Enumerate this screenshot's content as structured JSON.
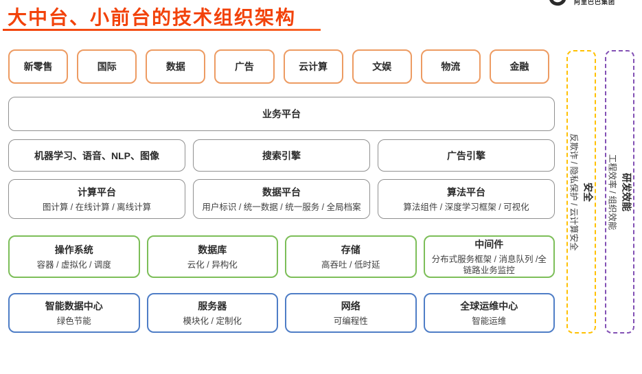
{
  "title": "大中台、小前台的技术组织架构",
  "logo": {
    "name": "阿里巴巴集团"
  },
  "colors": {
    "accent": "#f2420a",
    "front_border": "#ed9b62",
    "mid_border": "#8f8f8f",
    "infra_border": "#7cbe58",
    "dc_border": "#4e7dc6",
    "security_border": "#ffc000",
    "efficiency_border": "#8250b4"
  },
  "front_units": [
    {
      "label": "新零售"
    },
    {
      "label": "国际"
    },
    {
      "label": "数据"
    },
    {
      "label": "广告"
    },
    {
      "label": "云计算"
    },
    {
      "label": "文娱"
    },
    {
      "label": "物流"
    },
    {
      "label": "金融"
    }
  ],
  "business_platform": {
    "label": "业务平台"
  },
  "engine_row": [
    {
      "label": "机器学习、语音、NLP、图像"
    },
    {
      "label": "搜索引擎"
    },
    {
      "label": "广告引擎"
    }
  ],
  "platform_row": [
    {
      "title": "计算平台",
      "subtitle": "图计算 / 在线计算 / 离线计算"
    },
    {
      "title": "数据平台",
      "subtitle": "用户标识 / 统一数据 / 统一服务 / 全局档案"
    },
    {
      "title": "算法平台",
      "subtitle": "算法组件 / 深度学习框架 / 可视化"
    }
  ],
  "infra_row": [
    {
      "title": "操作系统",
      "subtitle": "容器 / 虚拟化 / 调度"
    },
    {
      "title": "数据库",
      "subtitle": "云化 / 异构化"
    },
    {
      "title": "存储",
      "subtitle": "高吞吐 / 低时延"
    },
    {
      "title": "中间件",
      "subtitle": "分布式服务框架 / 消息队列 /全链路业务监控"
    }
  ],
  "datacenter_row": [
    {
      "title": "智能数据中心",
      "subtitle": "绿色节能"
    },
    {
      "title": "服务器",
      "subtitle": "模块化 / 定制化"
    },
    {
      "title": "网络",
      "subtitle": "可编程性"
    },
    {
      "title": "全球运维中心",
      "subtitle": "智能运维"
    }
  ],
  "side_columns": [
    {
      "title": "安全",
      "subtitle": "反欺诈 / 隐私保护 / 云计算安全"
    },
    {
      "title": "研发效能",
      "subtitle": "工程效率 / 组织效能"
    }
  ]
}
